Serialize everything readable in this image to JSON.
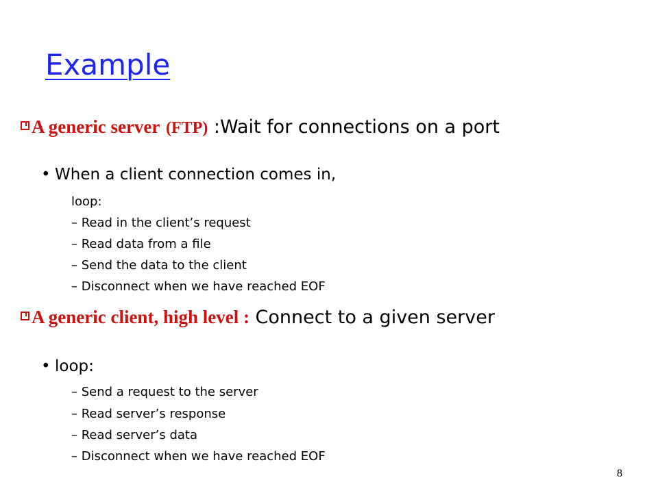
{
  "slide": {
    "title": "Example",
    "page_number": "8",
    "bullets": [
      {
        "lead": "A generic server",
        "lead_paren": "(FTP)",
        "rest": " :Wait for connections on a port",
        "sub": {
          "text": "When a client connection comes in,",
          "items": [
            "loop:",
            "– Read in the client’s request",
            "– Read data from a file",
            "– Send the data to the client",
            "– Disconnect when we have reached EOF"
          ]
        }
      },
      {
        "lead": "A generic client, high level :",
        "rest": " Connect to a given server",
        "sub": {
          "text": "loop:",
          "items": [
            "– Send a request to the server",
            "– Read server’s response",
            "– Read server’s data",
            "– Disconnect when we have reached EOF"
          ]
        }
      }
    ],
    "colors": {
      "title": "#1f25ee",
      "emphasis": "#cc1111",
      "bullet": "#cc1111"
    }
  }
}
